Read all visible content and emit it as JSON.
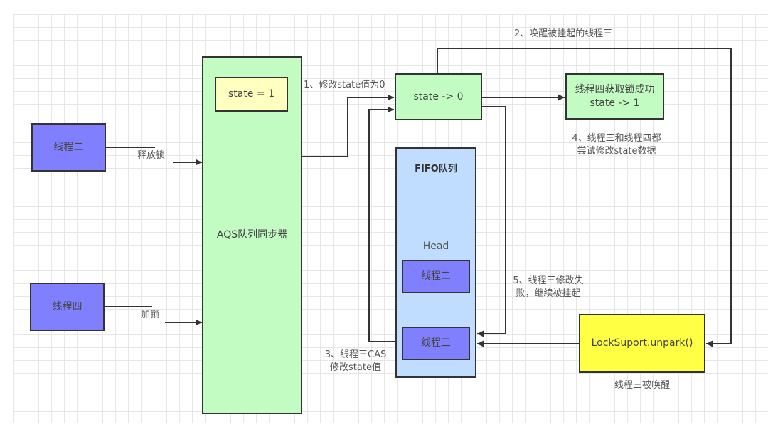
{
  "diagram": {
    "colors": {
      "thread_box": "#8080ff",
      "green_box": "#c2fcc2",
      "state_box": "#ffffc0",
      "fifo_queue": "#c0dcff",
      "unpark_box": "#ffff44",
      "line": "#333333"
    },
    "nodes": {
      "thread_two": "线程二",
      "thread_four": "线程四",
      "aqs": "AQS队列同步器",
      "state_initial": "state = 1",
      "state_zero": "state -> 0",
      "thread_four_success_line1": "线程四获取锁成功",
      "thread_four_success_line2": "state -> 1",
      "fifo_title": "FIFO队列",
      "head_label": "Head",
      "queue_thread_two": "线程二",
      "queue_thread_three": "线程三",
      "unpark": "LockSuport.unpark()"
    },
    "labels": {
      "release_lock": "释放锁",
      "acquire_lock": "加锁",
      "step1": "1、修改state值为0",
      "step2": "2、唤醒被挂起的线程三",
      "step3_line1": "3、线程三CAS",
      "step3_line2": "修改state值",
      "step4_line1": "4、线程三和线程四都",
      "step4_line2": "尝试修改state数据",
      "step5_line1": "5、线程三修改失",
      "step5_line2": "败，继续被挂起",
      "thread_three_woken": "线程三被唤醒"
    }
  }
}
